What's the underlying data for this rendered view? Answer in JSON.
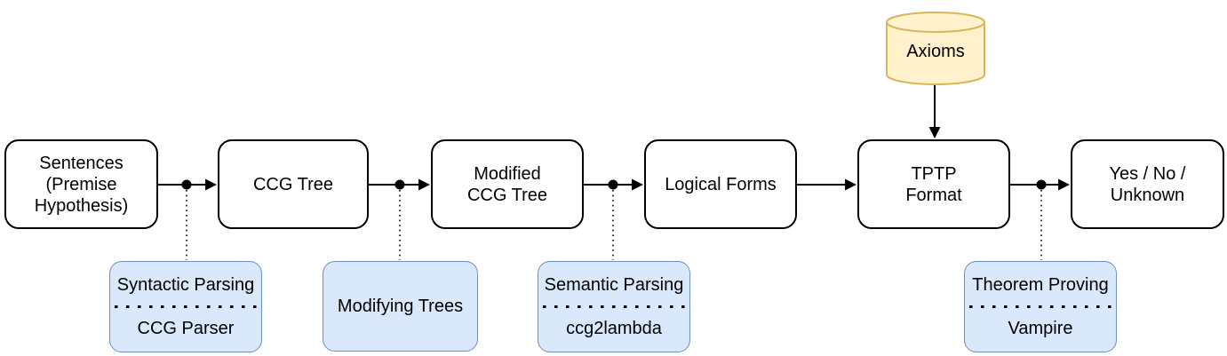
{
  "pipeline": {
    "nodes": [
      {
        "label": "Sentences\n(Premise\nHypothesis)"
      },
      {
        "label": "CCG Tree"
      },
      {
        "label": "Modified\nCCG Tree"
      },
      {
        "label": "Logical Forms"
      },
      {
        "label": "TPTP\nFormat"
      },
      {
        "label": "Yes / No /\nUnknown"
      }
    ],
    "datastore": {
      "label": "Axioms"
    },
    "tools": [
      {
        "task": "Syntactic Parsing",
        "tool": "CCG Parser"
      },
      {
        "task": "Modifying Trees"
      },
      {
        "task": "Semantic Parsing",
        "tool": "ccg2lambda"
      },
      {
        "task": "Theorem Proving",
        "tool": "Vampire"
      }
    ]
  },
  "colors": {
    "node_fill": "#ffffff",
    "node_stroke": "#000000",
    "tool_fill": "#dae8fc",
    "tool_stroke": "#6c8ebf",
    "datastore_fill": "#fff2cc",
    "datastore_stroke": "#d6b656",
    "connector": "#000000"
  }
}
